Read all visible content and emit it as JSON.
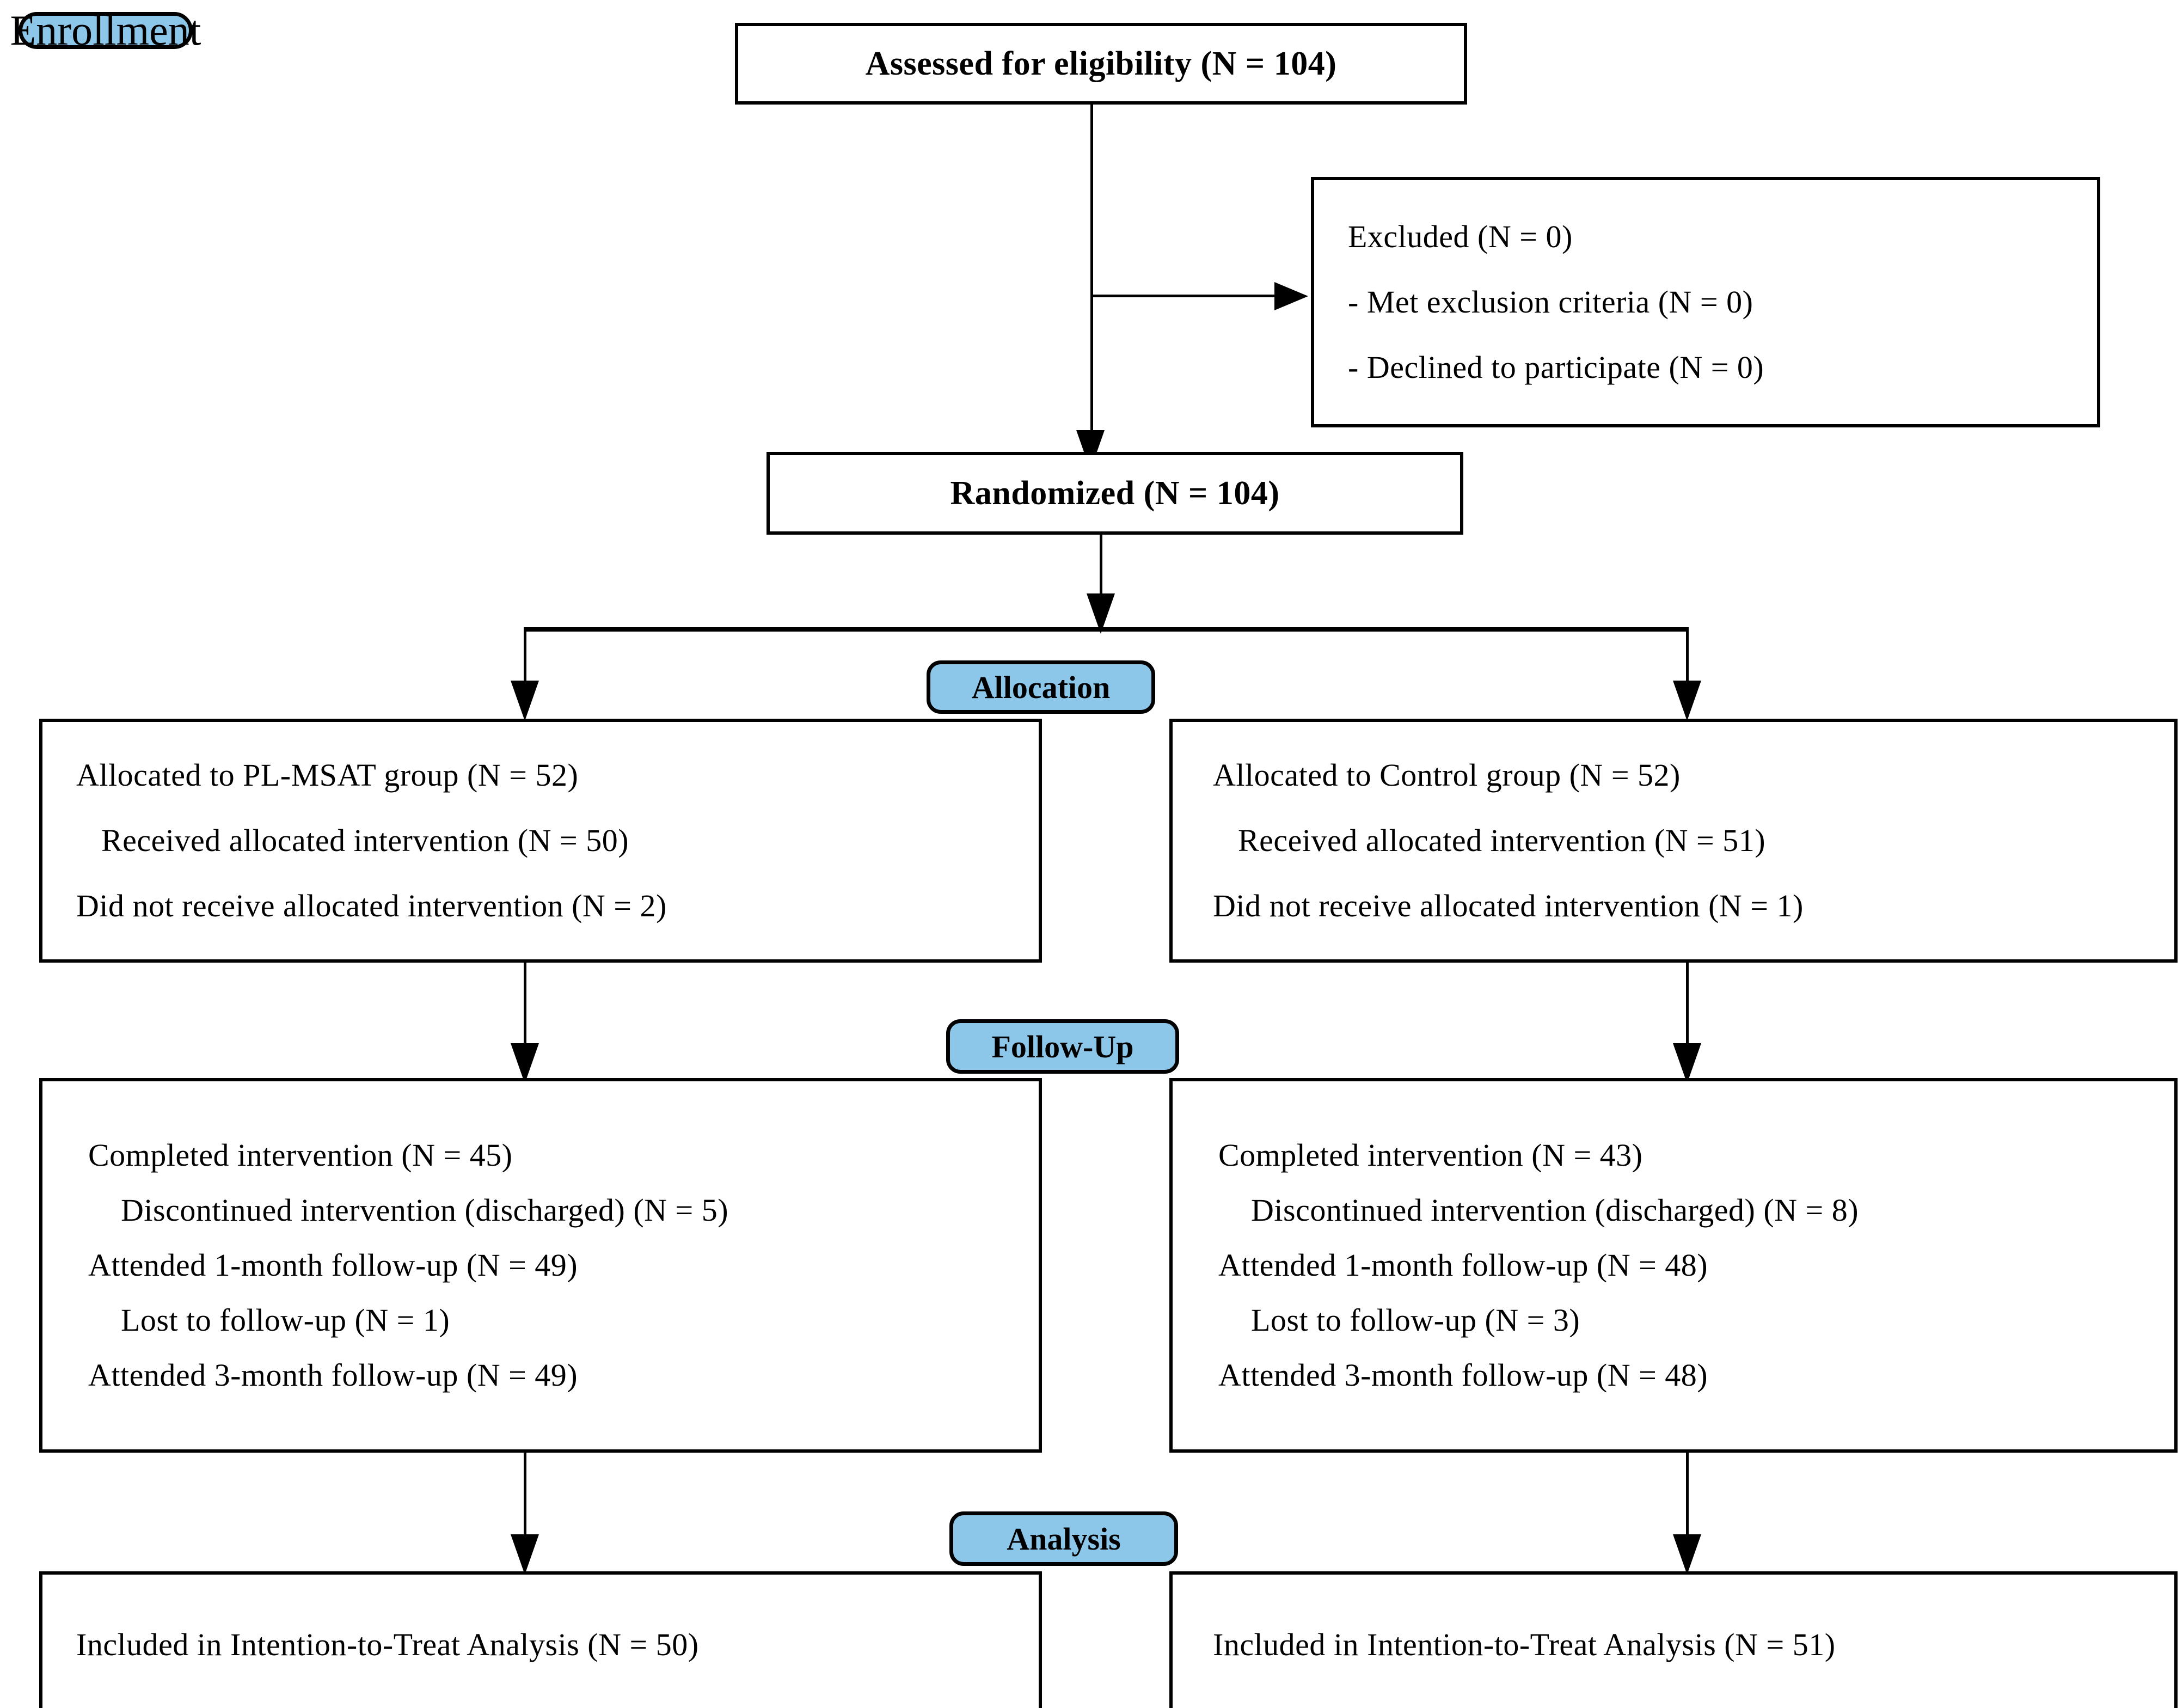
{
  "diagram": {
    "title": "CONSORT participant flow diagram",
    "accent_color": "#8cc6e8",
    "line_color": "#000000",
    "background_color": "#ffffff"
  },
  "stage_badges": {
    "enrollment": "Enrollment",
    "allocation": "Allocation",
    "follow_up": "Follow-Up",
    "analysis": "Analysis"
  },
  "enrollment": {
    "assessed": "Assessed for eligibility (N = 104)",
    "excluded": {
      "heading": "Excluded (N = 0)",
      "reason_1": "-  Met exclusion criteria (N = 0)",
      "reason_2": "-  Declined to participate (N = 0)"
    },
    "randomized": "Randomized (N = 104)"
  },
  "allocation": {
    "left": {
      "line_1": "Allocated to PL-MSAT group (N = 52)",
      "line_2": "Received allocated intervention (N = 50)",
      "line_3": "Did not receive allocated intervention (N = 2)"
    },
    "right": {
      "line_1": "Allocated to Control group (N = 52)",
      "line_2": "Received allocated intervention (N = 51)",
      "line_3": "Did not receive allocated intervention (N = 1)"
    }
  },
  "follow_up": {
    "left": {
      "line_1": "Completed intervention (N = 45)",
      "line_2": "Discontinued intervention (discharged) (N = 5)",
      "line_3": "Attended 1-month follow-up (N = 49)",
      "line_4": "Lost to follow-up (N = 1)",
      "line_5": "Attended 3-month follow-up (N = 49)"
    },
    "right": {
      "line_1": "Completed intervention (N = 43)",
      "line_2": "Discontinued intervention (discharged) (N = 8)",
      "line_3": "Attended 1-month follow-up (N = 48)",
      "line_4": "Lost to follow-up (N = 3)",
      "line_5": "Attended 3-month follow-up (N = 48)"
    }
  },
  "analysis": {
    "left": {
      "line_1": "Included in Intention-to-Treat Analysis (N = 50)"
    },
    "right": {
      "line_1": "Included in Intention-to-Treat Analysis (N = 51)"
    }
  },
  "chart_data": {
    "type": "flowchart",
    "title": "CONSORT participant flow diagram",
    "stages": [
      "Enrollment",
      "Allocation",
      "Follow-Up",
      "Analysis"
    ],
    "nodes": [
      {
        "id": "assessed",
        "stage": "Enrollment",
        "label": "Assessed for eligibility (N = 104)",
        "n": 104
      },
      {
        "id": "excluded",
        "stage": "Enrollment",
        "label": "Excluded (N = 0)",
        "n": 0,
        "details": [
          {
            "label": "Met exclusion criteria (N = 0)",
            "n": 0
          },
          {
            "label": "Declined to participate (N = 0)",
            "n": 0
          }
        ]
      },
      {
        "id": "randomized",
        "stage": "Enrollment",
        "label": "Randomized (N = 104)",
        "n": 104
      },
      {
        "id": "alloc_left",
        "stage": "Allocation",
        "group": "PL-MSAT",
        "n": 52,
        "details": [
          {
            "label": "Allocated to PL-MSAT group (N = 52)",
            "n": 52
          },
          {
            "label": "Received allocated intervention (N = 50)",
            "n": 50
          },
          {
            "label": "Did not receive allocated intervention (N = 2)",
            "n": 2
          }
        ]
      },
      {
        "id": "alloc_right",
        "stage": "Allocation",
        "group": "Control",
        "n": 52,
        "details": [
          {
            "label": "Allocated to Control group (N = 52)",
            "n": 52
          },
          {
            "label": "Received allocated intervention (N = 51)",
            "n": 51
          },
          {
            "label": "Did not receive allocated intervention (N = 1)",
            "n": 1
          }
        ]
      },
      {
        "id": "follow_left",
        "stage": "Follow-Up",
        "group": "PL-MSAT",
        "details": [
          {
            "label": "Completed intervention (N = 45)",
            "n": 45
          },
          {
            "label": "Discontinued intervention (discharged) (N = 5)",
            "n": 5
          },
          {
            "label": "Attended 1-month follow-up (N = 49)",
            "n": 49
          },
          {
            "label": "Lost to follow-up (N = 1)",
            "n": 1
          },
          {
            "label": "Attended 3-month follow-up (N = 49)",
            "n": 49
          }
        ]
      },
      {
        "id": "follow_right",
        "stage": "Follow-Up",
        "group": "Control",
        "details": [
          {
            "label": "Completed intervention (N = 43)",
            "n": 43
          },
          {
            "label": "Discontinued intervention (discharged) (N = 8)",
            "n": 8
          },
          {
            "label": "Attended 1-month follow-up (N = 48)",
            "n": 48
          },
          {
            "label": "Lost to follow-up (N = 3)",
            "n": 3
          },
          {
            "label": "Attended 3-month follow-up (N = 48)",
            "n": 48
          }
        ]
      },
      {
        "id": "analysis_left",
        "stage": "Analysis",
        "group": "PL-MSAT",
        "label": "Included in Intention-to-Treat Analysis (N = 50)",
        "n": 50
      },
      {
        "id": "analysis_right",
        "stage": "Analysis",
        "group": "Control",
        "label": "Included in Intention-to-Treat Analysis (N = 51)",
        "n": 51
      }
    ],
    "edges": [
      {
        "from": "assessed",
        "to": "excluded"
      },
      {
        "from": "assessed",
        "to": "randomized"
      },
      {
        "from": "randomized",
        "to": "alloc_left"
      },
      {
        "from": "randomized",
        "to": "alloc_right"
      },
      {
        "from": "alloc_left",
        "to": "follow_left"
      },
      {
        "from": "alloc_right",
        "to": "follow_right"
      },
      {
        "from": "follow_left",
        "to": "analysis_left"
      },
      {
        "from": "follow_right",
        "to": "analysis_right"
      }
    ]
  }
}
